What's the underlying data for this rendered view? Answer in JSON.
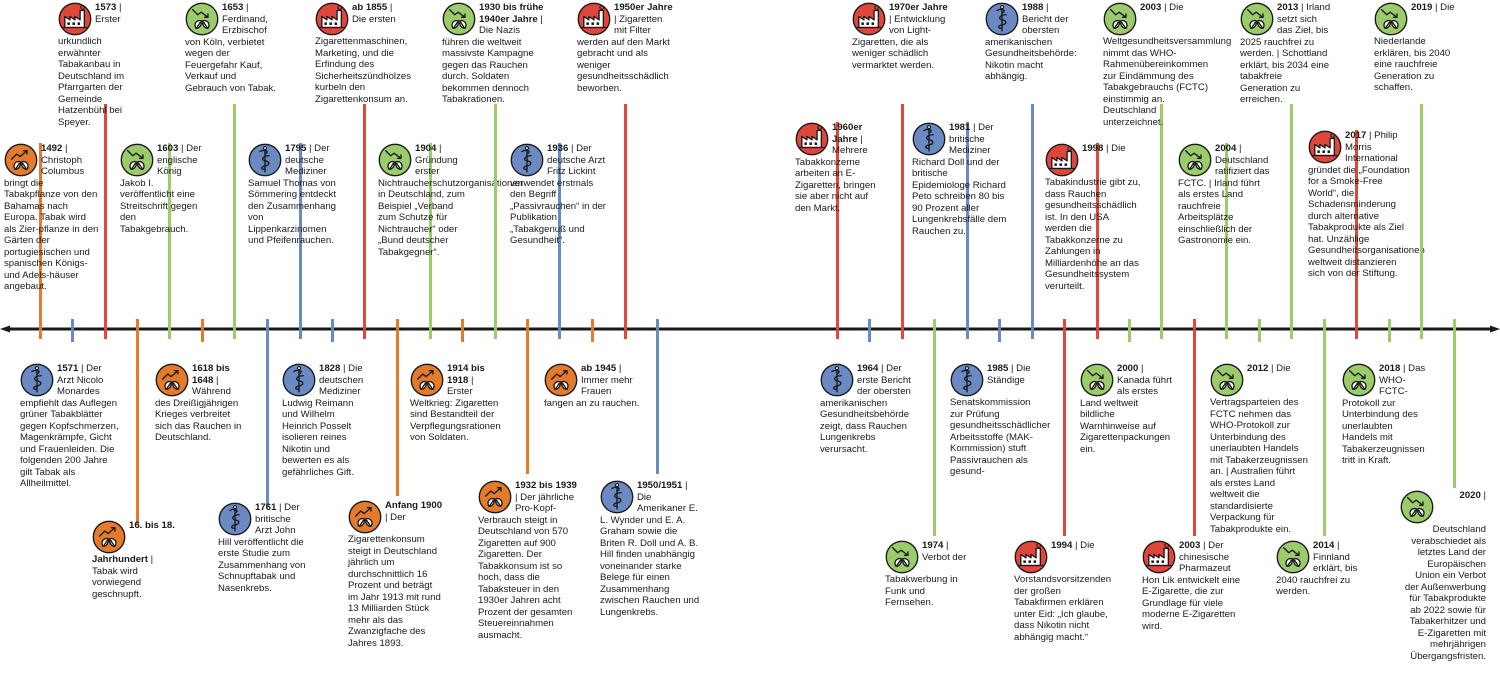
{
  "colors": {
    "tobacco": "#e37a2c",
    "medicine": "#6b8ac4",
    "industry": "#e0473b",
    "regulation": "#9ccb6b",
    "axis": "#1a1a1a"
  },
  "icons": {
    "tobacco": "trend-up-leaf-icon",
    "medicine": "caduceus-icon",
    "industry": "factory-icon",
    "regulation": "trend-down-leaf-icon"
  },
  "events": [
    {
      "cat": "tobacco",
      "year": "1492",
      "text": "Christoph Columbus bringt die Tabakpflanze von den Bahamas nach Europa. Tabak wird als Zier-pflanze in den Gärten der portugiesischen und spanischen Königs- und Adels-häuser angebaut."
    },
    {
      "cat": "medicine",
      "year": "1571",
      "text": "Der Arzt Nicolo Monardes empfiehlt das Auflegen grüner Tabakblätter gegen Kopfschmerzen, Magenkrämpfe, Gicht und Frauenleiden. Die folgenden 200 Jahre gilt Tabak als Allheilmittel."
    },
    {
      "cat": "industry",
      "year": "1573",
      "text": "Erster urkundlich erwähnter Tabakanbau in Deutschland im Pfarrgarten der Gemeinde Hatzenbühl bei Speyer."
    },
    {
      "cat": "tobacco",
      "year": "16. bis 18. Jahrhundert",
      "text": "Tabak wird vorwiegend geschnupft."
    },
    {
      "cat": "regulation",
      "year": "1603",
      "text": "Der englische König Jakob I. veröffentlicht eine Streitschrift gegen den Tabakgebrauch."
    },
    {
      "cat": "tobacco",
      "year": "1618 bis 1648",
      "text": "Während des Dreißigjährigen Krieges verbreitet sich das Rauchen in Deutschland."
    },
    {
      "cat": "regulation",
      "year": "1653",
      "text": "Ferdinand, Erzbischof von Köln, verbietet wegen der Feuergefahr Kauf, Verkauf und Gebrauch von Tabak."
    },
    {
      "cat": "medicine",
      "year": "1761",
      "text": "Der britische Arzt John Hill veröffentlicht die erste Studie zum Zusammenhang von Schnupftabak und Nasenkrebs."
    },
    {
      "cat": "medicine",
      "year": "1795",
      "text": "Der deutsche Mediziner Samuel Thomas von Sömmering entdeckt den Zusammenhang von Lippenkarzinomen und Pfeifenrauchen."
    },
    {
      "cat": "medicine",
      "year": "1828",
      "text": "Die deutschen Mediziner Ludwig Reimann und Wilhelm Heinrich Posselt isolieren reines Nikotin und bewerten es als gefährliches Gift."
    },
    {
      "cat": "industry",
      "year": "ab 1855",
      "text": "Die ersten Zigarettenmaschinen, Marketing, und die Erfindung des Sicherheitszündholzes kurbeln den Zigarettenkonsum an."
    },
    {
      "cat": "tobacco",
      "year": "Anfang 1900",
      "text": "Der Zigarettenkonsum steigt in Deutschland jährlich um durchschnittlich 16 Prozent und beträgt im Jahr 1913 mit rund 13 Milliarden Stück mehr als das Zwanzigfache des Jahres 1893."
    },
    {
      "cat": "regulation",
      "year": "1904",
      "text": "Gründung erster Nichtraucherschutzorganisationen in Deutschland, zum Beispiel „Verband zum Schutze für Nichtraucher“ oder „Bund deutscher Tabakgegner“."
    },
    {
      "cat": "tobacco",
      "year": "1914 bis 1918",
      "text": "Erster Weltkrieg: Zigaretten sind Bestandteil der Verpflegungsrationen von Soldaten."
    },
    {
      "cat": "regulation",
      "year": "1930 bis frühe 1940er Jahre",
      "text": "Die Nazis führen die weltweit massivste Kampagne gegen das Rauchen durch. Soldaten bekommen dennoch Tabakrationen."
    },
    {
      "cat": "tobacco",
      "year": "1932 bis 1939",
      "text": "Der jährliche Pro-Kopf-Verbrauch steigt in Deutschland von 570 Zigaretten auf 900 Zigaretten. Der Tabakkonsum ist so hoch, dass die Tabaksteuer in den 1930er Jahren acht Prozent der gesamten Steuereinnahmen ausmacht."
    },
    {
      "cat": "medicine",
      "year": "1936",
      "text": "Der deutsche Arzt Fritz Lickint verwendet erstmals den Begriff „Passivrauchen“ in der Publikation „Tabakgenuß und Gesundheit“."
    },
    {
      "cat": "tobacco",
      "year": "ab 1945",
      "text": "Immer mehr Frauen fangen an zu rauchen."
    },
    {
      "cat": "industry",
      "year": "1950er Jahre",
      "text": "Zigaretten mit Filter werden auf den Markt gebracht und als weniger gesundheitsschädlich beworben."
    },
    {
      "cat": "medicine",
      "year": "1950/1951",
      "text": "Die Amerikaner E. L. Wynder und E. A. Graham sowie die Briten R. Doll und A. B. Hill finden unabhängig voneinander starke Belege für einen Zusammenhang zwischen Rauchen und Lungenkrebs."
    },
    {
      "cat": "industry",
      "year": "1960er Jahre",
      "text": "Mehrere Tabakkonzerne arbeiten an E-Zigaretten, bringen sie aber nicht auf den Markt."
    },
    {
      "cat": "medicine",
      "year": "1964",
      "text": "Der erste Bericht der obersten amerikanischen Gesundheitsbehörde zeigt, dass Rauchen Lungenkrebs verursacht."
    },
    {
      "cat": "industry",
      "year": "1970er Jahre",
      "text": "Entwicklung von Light-Zigaretten, die als weniger schädlich vermarktet werden."
    },
    {
      "cat": "regulation",
      "year": "1974",
      "text": "Verbot der Tabakwerbung in Funk und Fernsehen."
    },
    {
      "cat": "medicine",
      "year": "1981",
      "text": "Der britische Mediziner Richard Doll und der britische Epidemiologe Richard Peto schreiben 80 bis 90 Prozent aller Lungenkrebsfälle dem Rauchen zu."
    },
    {
      "cat": "medicine",
      "year": "1985",
      "text": "Die Ständige Senatskommission zur Prüfung gesundheitsschädlicher Arbeitsstoffe (MAK-Kommission) stuft Passivrauchen als gesund-"
    },
    {
      "cat": "medicine",
      "year": "1988",
      "text": "Bericht der obersten amerikanischen Gesundheitsbehörde: Nikotin macht abhängig."
    },
    {
      "cat": "industry",
      "year": "1994",
      "text": "Die Vorstandsvorsitzenden der großen Tabakfirmen erklären unter Eid: „Ich glaube, dass Nikotin nicht abhängig macht.“"
    },
    {
      "cat": "industry",
      "year": "1998",
      "text": "Die Tabakindustrie gibt zu, dass Rauchen gesundheitsschädlich ist. In den USA werden die Tabakkonzerne zu Zahlungen in Milliardenhöhe an das Gesundheitssystem verurteilt."
    },
    {
      "cat": "regulation",
      "year": "2000",
      "text": "Kanada führt als erstes Land weltweit bildliche Warnhinweise auf Zigarettenpackungen ein."
    },
    {
      "cat": "regulation",
      "year": "2003",
      "text": "Die Weltgesundheitsversammlung nimmt das WHO-Rahmenübereinkommen zur Eindämmung des Tabakgebrauchs (FCTC) einstimmig an. Deutschland unterzeichnet."
    },
    {
      "cat": "industry",
      "year": "2003",
      "text": "Der chinesische Pharmazeut Hon Lik entwickelt eine E-Zigarette, die zur Grundlage für viele moderne E-Zigaretten wird."
    },
    {
      "cat": "regulation",
      "year": "2004",
      "text": "Deutschland ratifiziert das FCTC. | Irland führt als erstes Land rauchfreie Arbeitsplätze einschließlich der Gastronomie ein."
    },
    {
      "cat": "regulation",
      "year": "2012",
      "text": "Die Vertragsparteien des FCTC nehmen das WHO-Protokoll zur Unterbindung des unerlaubten Handels mit Tabakerzeugnissen an. | Australien führt als erstes Land weltweit die standardisierte Verpackung für Tabakprodukte ein."
    },
    {
      "cat": "regulation",
      "year": "2013",
      "text": "Irland setzt sich das Ziel, bis 2025 rauchfrei zu werden. | Schottland erklärt, bis 2034 eine tabakfreie Generation zu erreichen."
    },
    {
      "cat": "regulation",
      "year": "2014",
      "text": "Finnland erklärt, bis 2040 rauchfrei zu werden."
    },
    {
      "cat": "industry",
      "year": "2017",
      "text": "Philip Morris International gründet die „Foundation for a Smoke-Free World“, die Schadensminderung durch alternative Tabakprodukte als Ziel hat. Unzählige Gesundheitsorganisationen weltweit distanzieren sich von der Stiftung."
    },
    {
      "cat": "regulation",
      "year": "2018",
      "text": "Das WHO-FCTC-Protokoll zur Unterbindung des unerlaubten Handels mit Tabakerzeugnissen tritt in Kraft."
    },
    {
      "cat": "regulation",
      "year": "2019",
      "text": "Die Niederlande erklären, bis 2040 eine rauchfreie Generation zu schaffen."
    },
    {
      "cat": "regulation",
      "year": "2020",
      "text": "Deutschland verabschiedet als letztes Land der Europäischen Union ein Verbot der Außenwerbung für Tabakprodukte ab 2022 sowie für Tabakerhitzer und E-Zigaretten mit mehrjährigen Übergangsfristen."
    }
  ]
}
